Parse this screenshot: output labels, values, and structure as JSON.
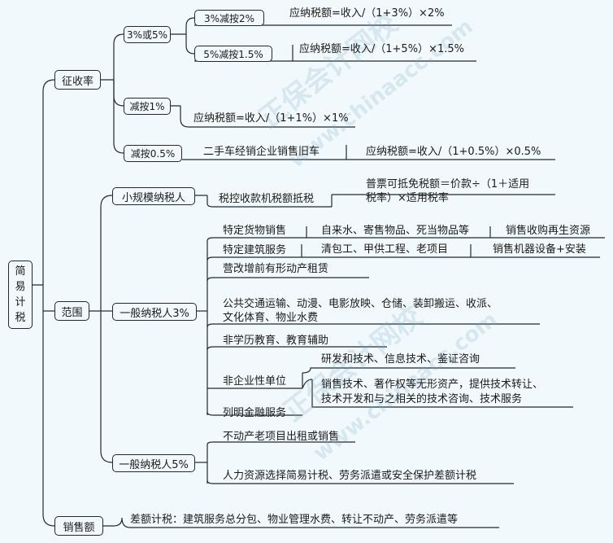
{
  "root": {
    "chars": [
      "简",
      "易",
      "计",
      "税"
    ]
  },
  "l1": {
    "rate": "征收率",
    "scope": "范围",
    "sales": "销售额"
  },
  "rate": {
    "b35": "3%或5%",
    "b35_c1": "3%减按2%",
    "b35_c1_formula": "应纳税额=收入/（1+3%）×2%",
    "b35_c2": "5%减按1.5%",
    "b35_c2_formula": "应纳税额=收入/（1+5%）×1.5%",
    "b1": "减按1%",
    "b1_formula": "应纳税额=收入/（1+1%）×1%",
    "b05": "减按0.5%",
    "b05_item": "二手车经销企业销售旧车",
    "b05_formula": "应纳税额=收入/（1+0.5%）×0.5%"
  },
  "scope": {
    "small": "小规模纳税人",
    "small_item": "税控收款机税额抵税",
    "small_formula_1": "普票可抵免税额＝价款÷（1＋适用",
    "small_formula_2": "税率）×适用税率",
    "gen3": "一般纳税人3%",
    "gen3_items": {
      "goods": "特定货物销售",
      "goods_detail": "自来水、寄售物品、死当物品等",
      "goods_extra": "销售收购再生资源",
      "build": "特定建筑服务",
      "build_detail": "清包工、甲供工程、老项目",
      "build_extra": "销售机器设备+安装",
      "lease": "营改增前有形动产租赁",
      "public_1": "公共交通运输、动漫、电影放映、仓储、装卸搬运、收派、",
      "public_2": "文化体育、物业水费",
      "edu": "非学历教育、教育辅助",
      "nonbiz": "非企业性单位",
      "nonbiz_1": "研发和技术、信息技术、鉴证咨询",
      "nonbiz_2a": "销售技术、著作权等无形资产，提供技术转让、",
      "nonbiz_2b": "技术开发和与之相关的技术咨询、技术服务",
      "finance": "列明金融服务"
    },
    "gen5": "一般纳税人5%",
    "gen5_items": {
      "estate": "不动产老项目出租或销售",
      "hr": "人力资源选择简易计税、劳务派遣或安全保护差额计税"
    }
  },
  "sales": {
    "diff": "差额计税：建筑服务总分包、物业管理水费、转让不动产、劳务派遣等"
  },
  "colors": {
    "line": "#1f2a30",
    "background": "#f2f9fc"
  },
  "watermark": {
    "cn": "正保会计网校",
    "en": "www.chinaacc.com"
  }
}
